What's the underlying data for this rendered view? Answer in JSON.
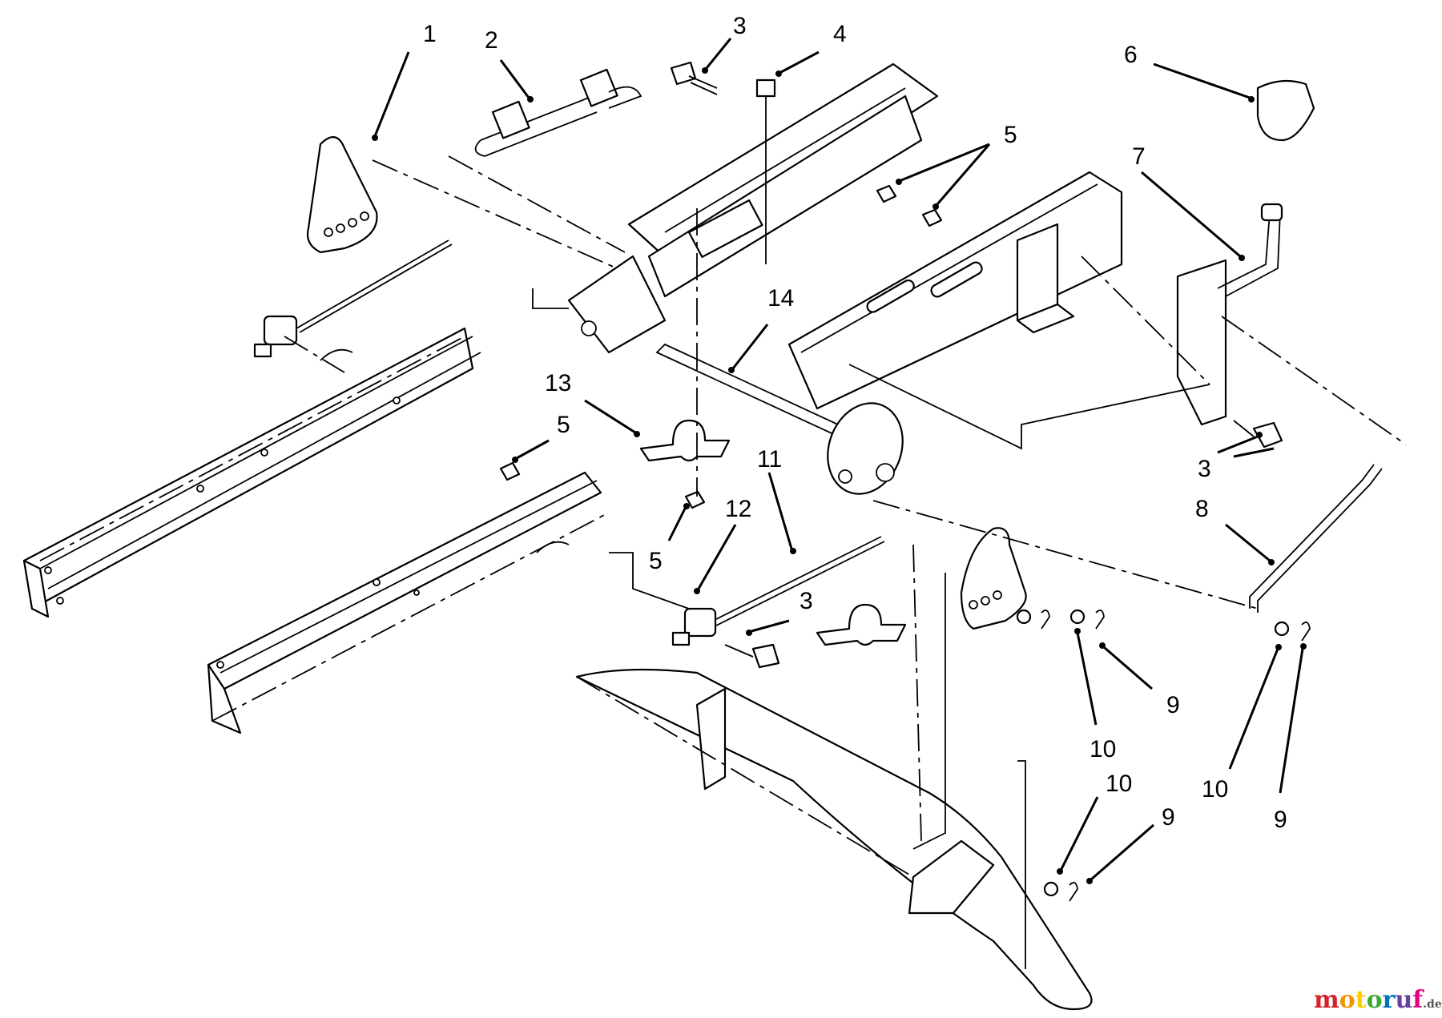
{
  "callouts": [
    {
      "id": "c1",
      "text": "1"
    },
    {
      "id": "c2",
      "text": "2"
    },
    {
      "id": "c3a",
      "text": "3"
    },
    {
      "id": "c4",
      "text": "4"
    },
    {
      "id": "c5a",
      "text": "5"
    },
    {
      "id": "c6",
      "text": "6"
    },
    {
      "id": "c7",
      "text": "7"
    },
    {
      "id": "c14",
      "text": "14"
    },
    {
      "id": "c13",
      "text": "13"
    },
    {
      "id": "c5b",
      "text": "5"
    },
    {
      "id": "c11",
      "text": "11"
    },
    {
      "id": "c12",
      "text": "12"
    },
    {
      "id": "c5c",
      "text": "5"
    },
    {
      "id": "c3b",
      "text": "3"
    },
    {
      "id": "c3c",
      "text": "3"
    },
    {
      "id": "c8",
      "text": "8"
    },
    {
      "id": "c9a",
      "text": "9"
    },
    {
      "id": "c10a",
      "text": "10"
    },
    {
      "id": "c10b",
      "text": "10"
    },
    {
      "id": "c9b",
      "text": "9"
    },
    {
      "id": "c10c",
      "text": "10"
    },
    {
      "id": "c9c",
      "text": "9"
    }
  ],
  "watermark": {
    "part1": "motoruf",
    "part2": ".de"
  },
  "colors": {
    "ink": "#000000",
    "background": "#ffffff",
    "watermark_m": "#d2232a",
    "watermark_o": "#f29400",
    "watermark_t": "#ffcc00",
    "watermark_o2": "#3aa935",
    "watermark_r": "#0072bc",
    "watermark_u": "#6b3fa0",
    "watermark_f": "#e6007e",
    "watermark_tld": "#555555"
  }
}
